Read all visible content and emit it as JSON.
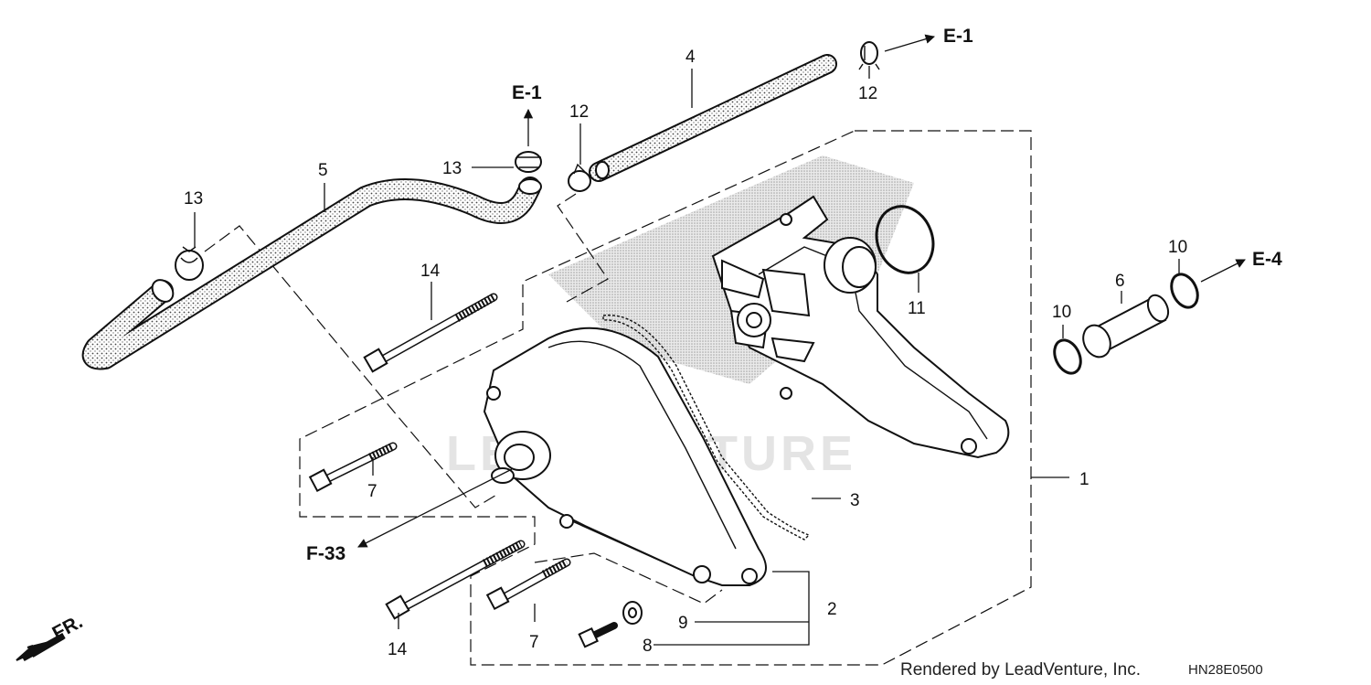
{
  "watermark": "LEADVENTURE",
  "callouts": {
    "c1": "1",
    "c2": "2",
    "c3": "3",
    "c4": "4",
    "c5": "5",
    "c6": "6",
    "c7a": "7",
    "c7b": "7",
    "c8": "8",
    "c9": "9",
    "c10a": "10",
    "c10b": "10",
    "c11": "11",
    "c12a": "12",
    "c12b": "12",
    "c13a": "13",
    "c13b": "13",
    "c14a": "14",
    "c14b": "14"
  },
  "refs": {
    "e1_top": "E-1",
    "e1_mid": "E-1",
    "e4": "E-4",
    "f33": "F-33",
    "fr": "FR."
  },
  "footer": {
    "rendered_by": "Rendered by LeadVenture, Inc.",
    "code": "HN28E0500"
  },
  "colors": {
    "line": "#111111",
    "stipple": "#9a9a9a",
    "watermark": "#e4e4e4"
  }
}
